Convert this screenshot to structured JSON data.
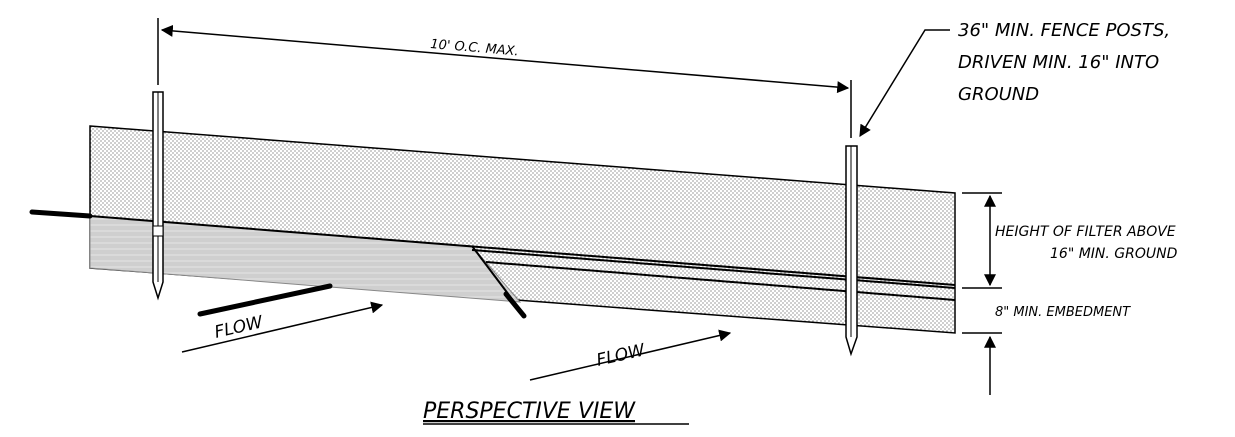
{
  "labels": {
    "spacing": "10' O.C. MAX.",
    "posts_line1": "36\" MIN. FENCE POSTS,",
    "posts_line2": "DRIVEN MIN. 16\" INTO",
    "posts_line3": "GROUND",
    "height_line1": "HEIGHT OF FILTER ABOVE",
    "height_line2": "16\" MIN. GROUND",
    "embedment": "8\" MIN. EMBEDMENT",
    "flow_left": "FLOW",
    "flow_right": "FLOW",
    "view_title": "PERSPECTIVE VIEW"
  }
}
